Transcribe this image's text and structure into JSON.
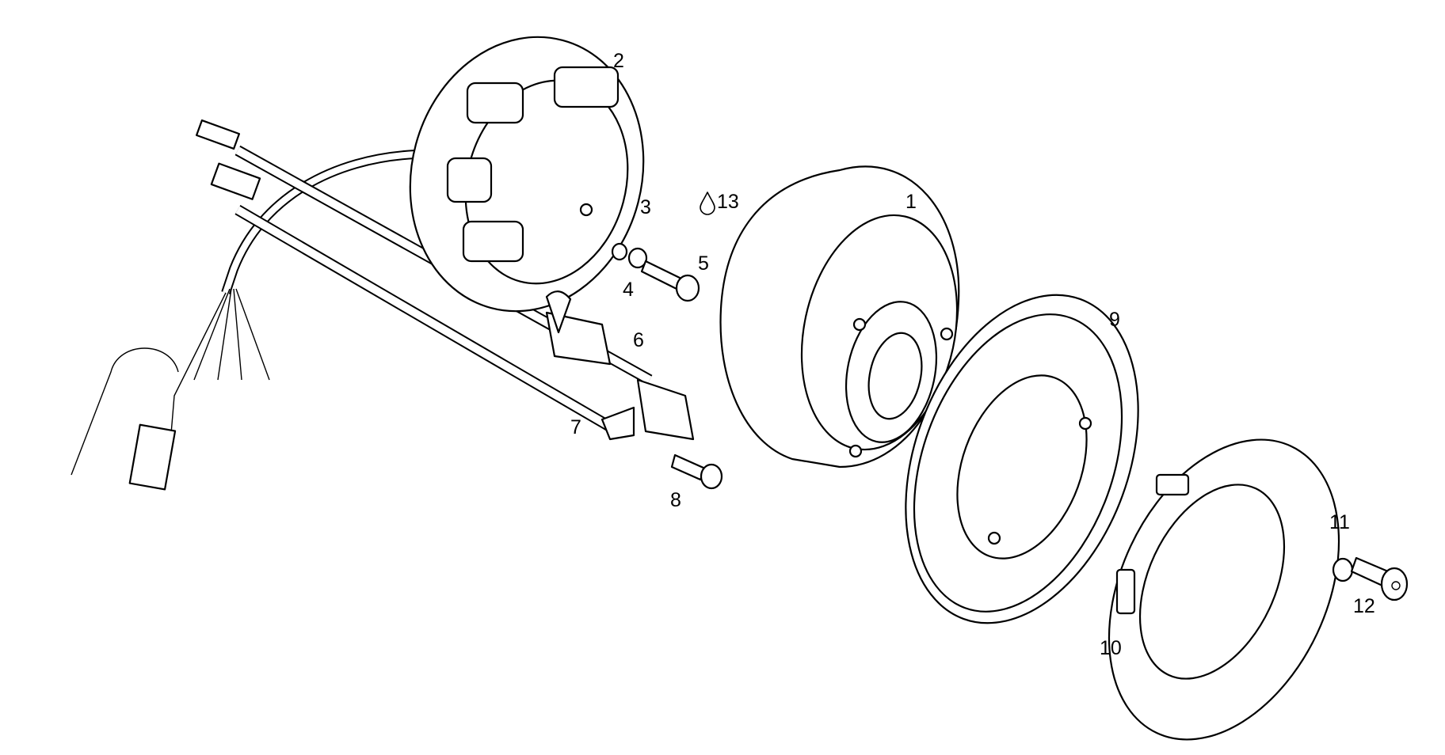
{
  "diagram": {
    "labels": {
      "p1": "1",
      "p2": "2",
      "p3": "3",
      "p4": "4",
      "p5": "5",
      "p6": "6",
      "p7": "7",
      "p8": "8",
      "p9": "9",
      "p10": "10",
      "p11": "11",
      "p12": "12",
      "p13": "13"
    },
    "icons": {
      "p13": "oil-drop-icon"
    }
  }
}
